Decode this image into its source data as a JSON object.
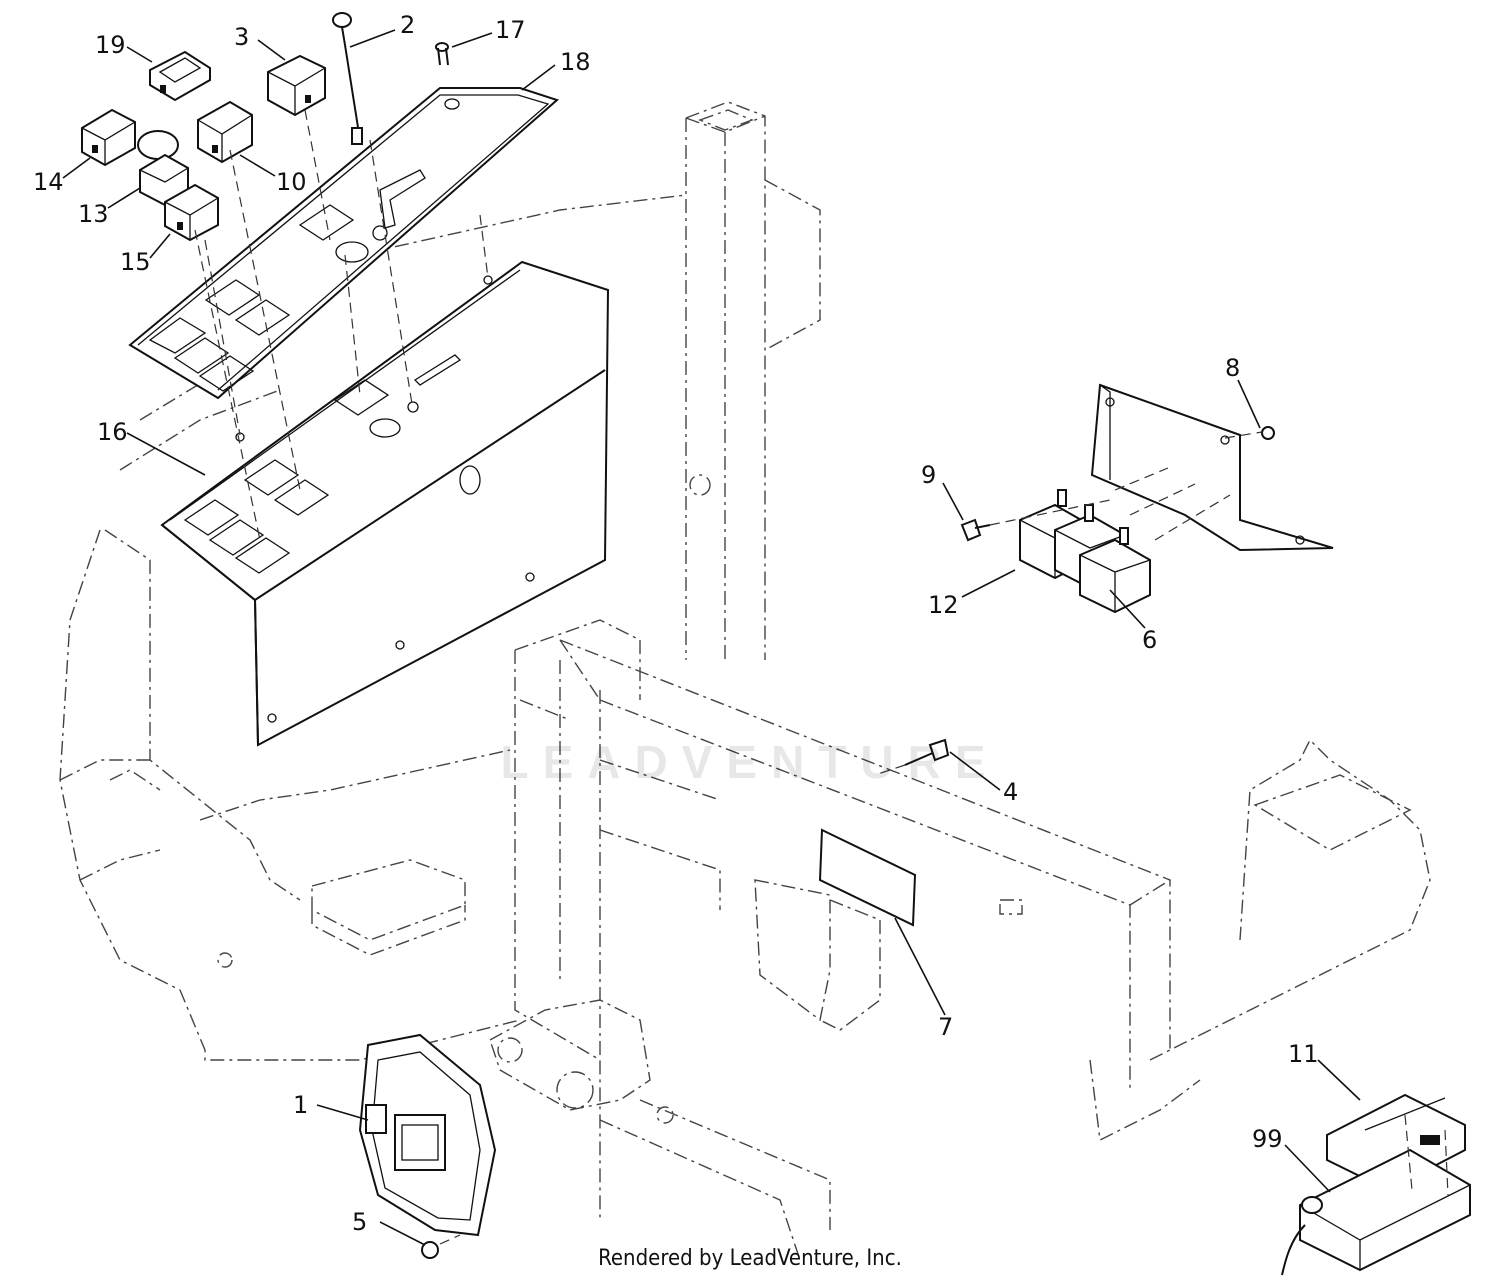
{
  "diagram": {
    "callouts": [
      {
        "id": "c1",
        "label": "1"
      },
      {
        "id": "c2",
        "label": "2"
      },
      {
        "id": "c3",
        "label": "3"
      },
      {
        "id": "c4",
        "label": "4"
      },
      {
        "id": "c5",
        "label": "5"
      },
      {
        "id": "c6",
        "label": "6"
      },
      {
        "id": "c7",
        "label": "7"
      },
      {
        "id": "c8",
        "label": "8"
      },
      {
        "id": "c9",
        "label": "9"
      },
      {
        "id": "c10",
        "label": "10"
      },
      {
        "id": "c11",
        "label": "11"
      },
      {
        "id": "c12",
        "label": "12"
      },
      {
        "id": "c13",
        "label": "13"
      },
      {
        "id": "c14",
        "label": "14"
      },
      {
        "id": "c15",
        "label": "15"
      },
      {
        "id": "c16",
        "label": "16"
      },
      {
        "id": "c17",
        "label": "17"
      },
      {
        "id": "c18",
        "label": "18"
      },
      {
        "id": "c19",
        "label": "19"
      },
      {
        "id": "c99",
        "label": "99"
      }
    ]
  },
  "watermark": "LEADVENTURE",
  "footer": "Rendered by LeadVenture, Inc."
}
